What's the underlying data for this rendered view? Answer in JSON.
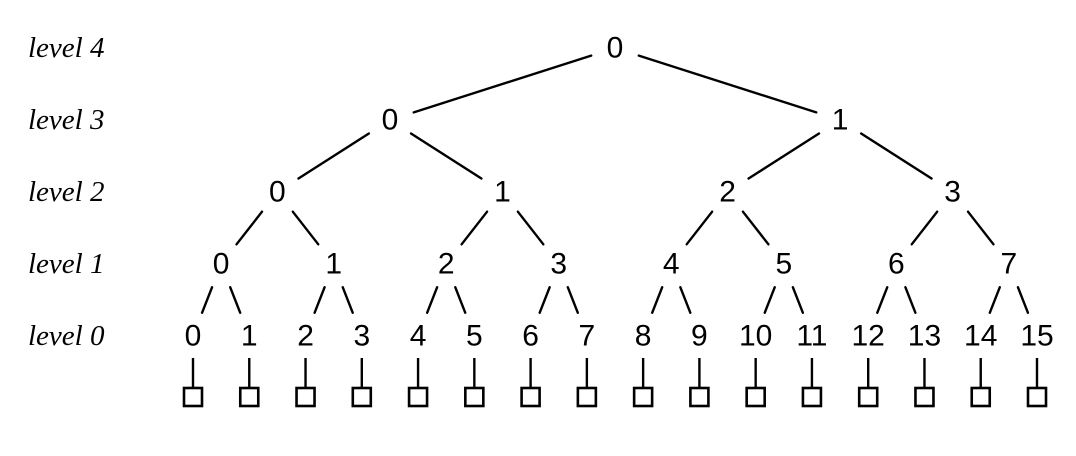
{
  "diagram": {
    "type": "binary-tree",
    "description": "Complete binary tree with 5 levels; each level-0 leaf points to an empty square cell",
    "levels": [
      {
        "label": "level 4",
        "nodes": [
          "0"
        ]
      },
      {
        "label": "level 3",
        "nodes": [
          "0",
          "1"
        ]
      },
      {
        "label": "level 2",
        "nodes": [
          "0",
          "1",
          "2",
          "3"
        ]
      },
      {
        "label": "level 1",
        "nodes": [
          "0",
          "1",
          "2",
          "3",
          "4",
          "5",
          "6",
          "7"
        ]
      },
      {
        "label": "level 0",
        "nodes": [
          "0",
          "1",
          "2",
          "3",
          "4",
          "5",
          "6",
          "7",
          "8",
          "9",
          "10",
          "11",
          "12",
          "13",
          "14",
          "15"
        ]
      }
    ],
    "leaf_boxes": 16,
    "colors": {
      "stroke": "#000000",
      "text": "#000000",
      "background": "#ffffff"
    }
  }
}
